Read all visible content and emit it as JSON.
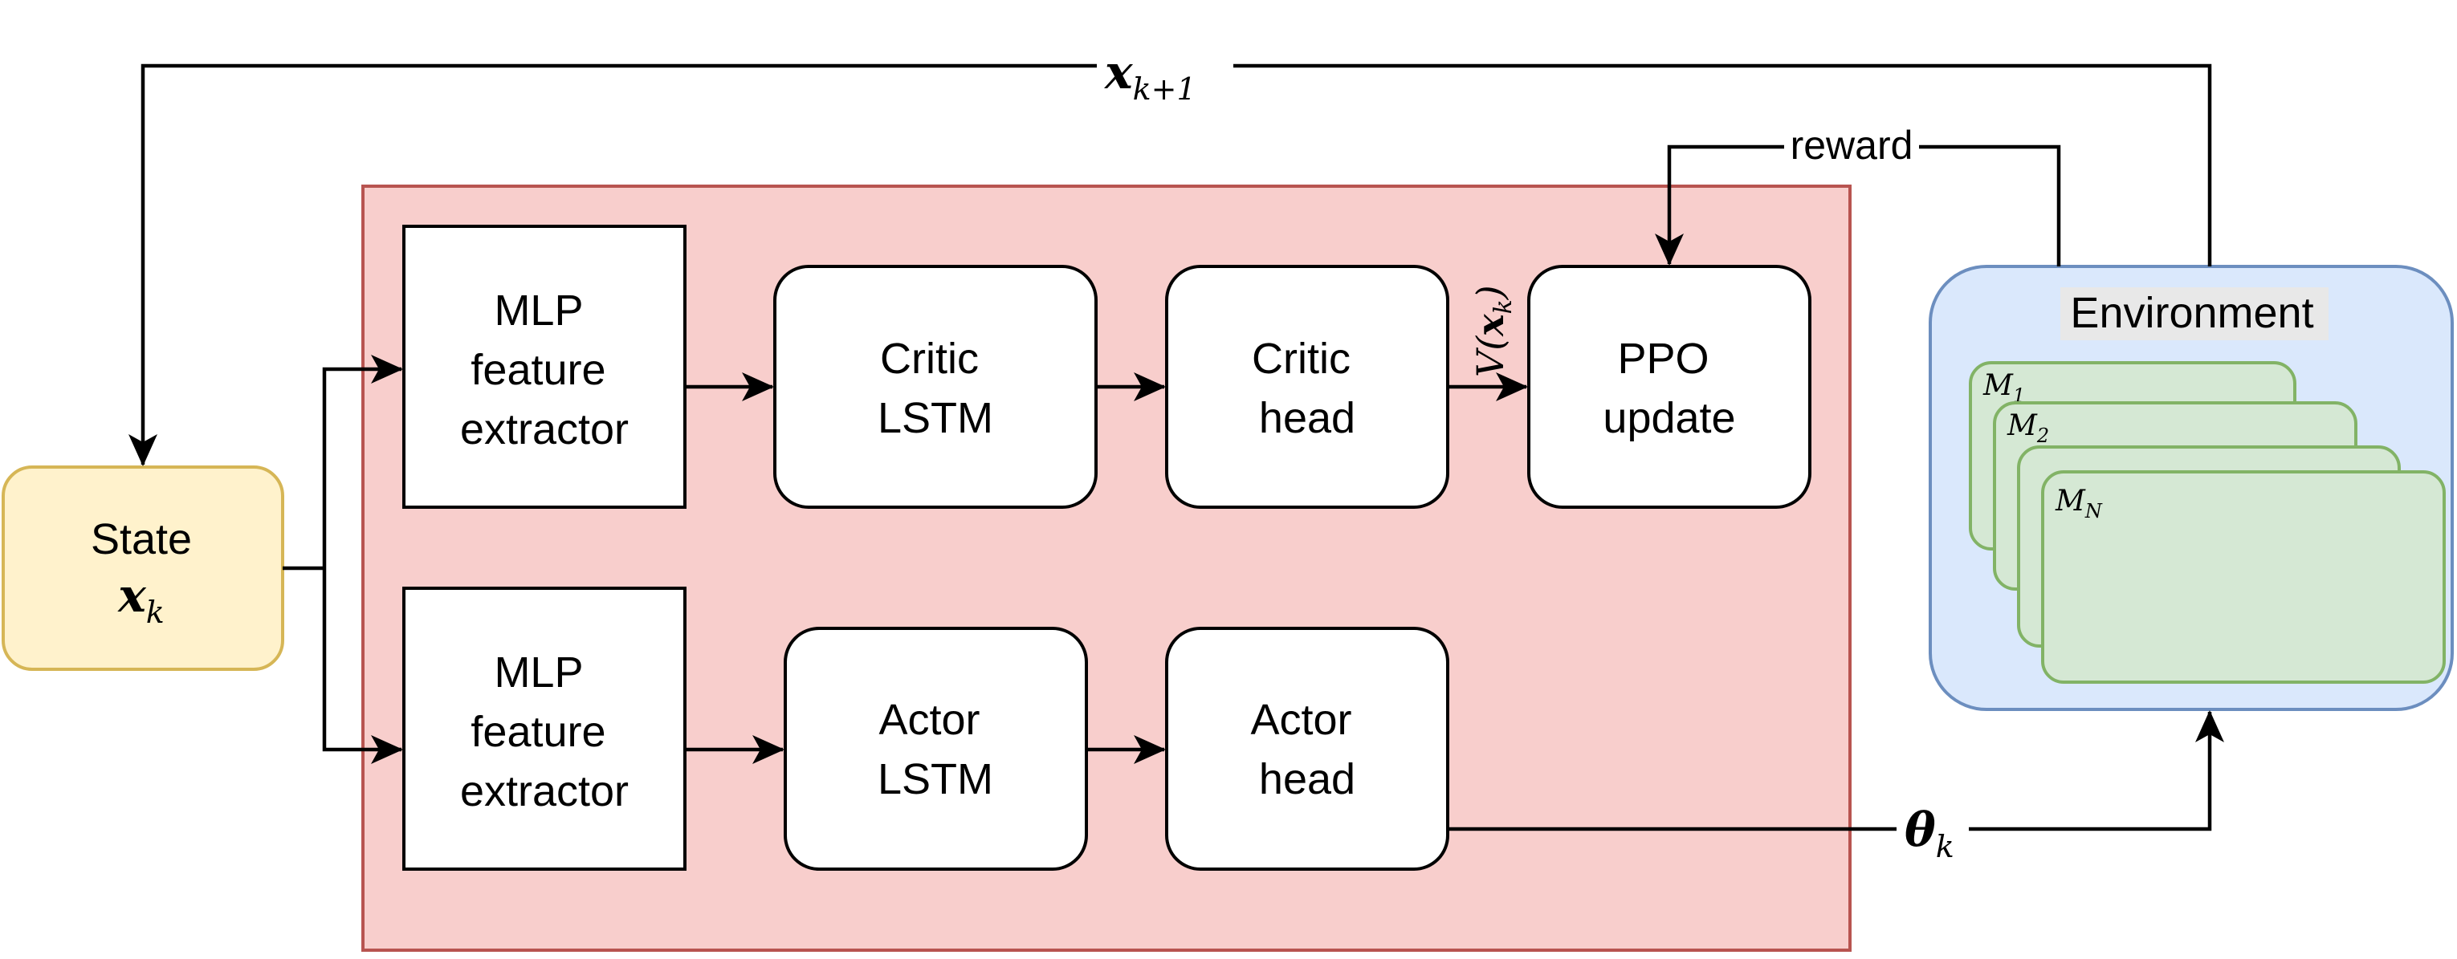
{
  "nodes": {
    "state": {
      "label": "State",
      "var": "x",
      "sub": "k"
    },
    "mlp_top": {
      "lines": [
        "MLP",
        "feature",
        "extractor"
      ]
    },
    "mlp_bottom": {
      "lines": [
        "MLP",
        "feature",
        "extractor"
      ]
    },
    "critic_lstm": {
      "lines": [
        "Critic",
        "LSTM"
      ]
    },
    "critic_head": {
      "lines": [
        "Critic",
        "head"
      ]
    },
    "ppo_update": {
      "lines": [
        "PPO",
        "update"
      ]
    },
    "actor_lstm": {
      "lines": [
        "Actor",
        "LSTM"
      ]
    },
    "actor_head": {
      "lines": [
        "Actor",
        "head"
      ]
    },
    "environment": {
      "title": "Environment",
      "models": [
        {
          "sym": "M",
          "sub": "1"
        },
        {
          "sym": "M",
          "sub": "2"
        },
        {
          "sym": "M",
          "sub": "N"
        }
      ]
    }
  },
  "edges": {
    "next_state": {
      "var": "x",
      "sub": "k+1"
    },
    "reward": {
      "label": "reward"
    },
    "value": {
      "fn": "V(",
      "var": "x",
      "sub": "k",
      "close": ")"
    },
    "action": {
      "var": "θ",
      "sub": "k"
    }
  },
  "colors": {
    "policy_fill": "#f8cecc",
    "policy_stroke": "#b85450",
    "state_fill": "#fff2cc",
    "state_stroke": "#d6b656",
    "env_fill": "#dae8fc",
    "env_stroke": "#6c8ebf",
    "model_fill": "#d5e8d4",
    "model_stroke": "#82b366"
  }
}
